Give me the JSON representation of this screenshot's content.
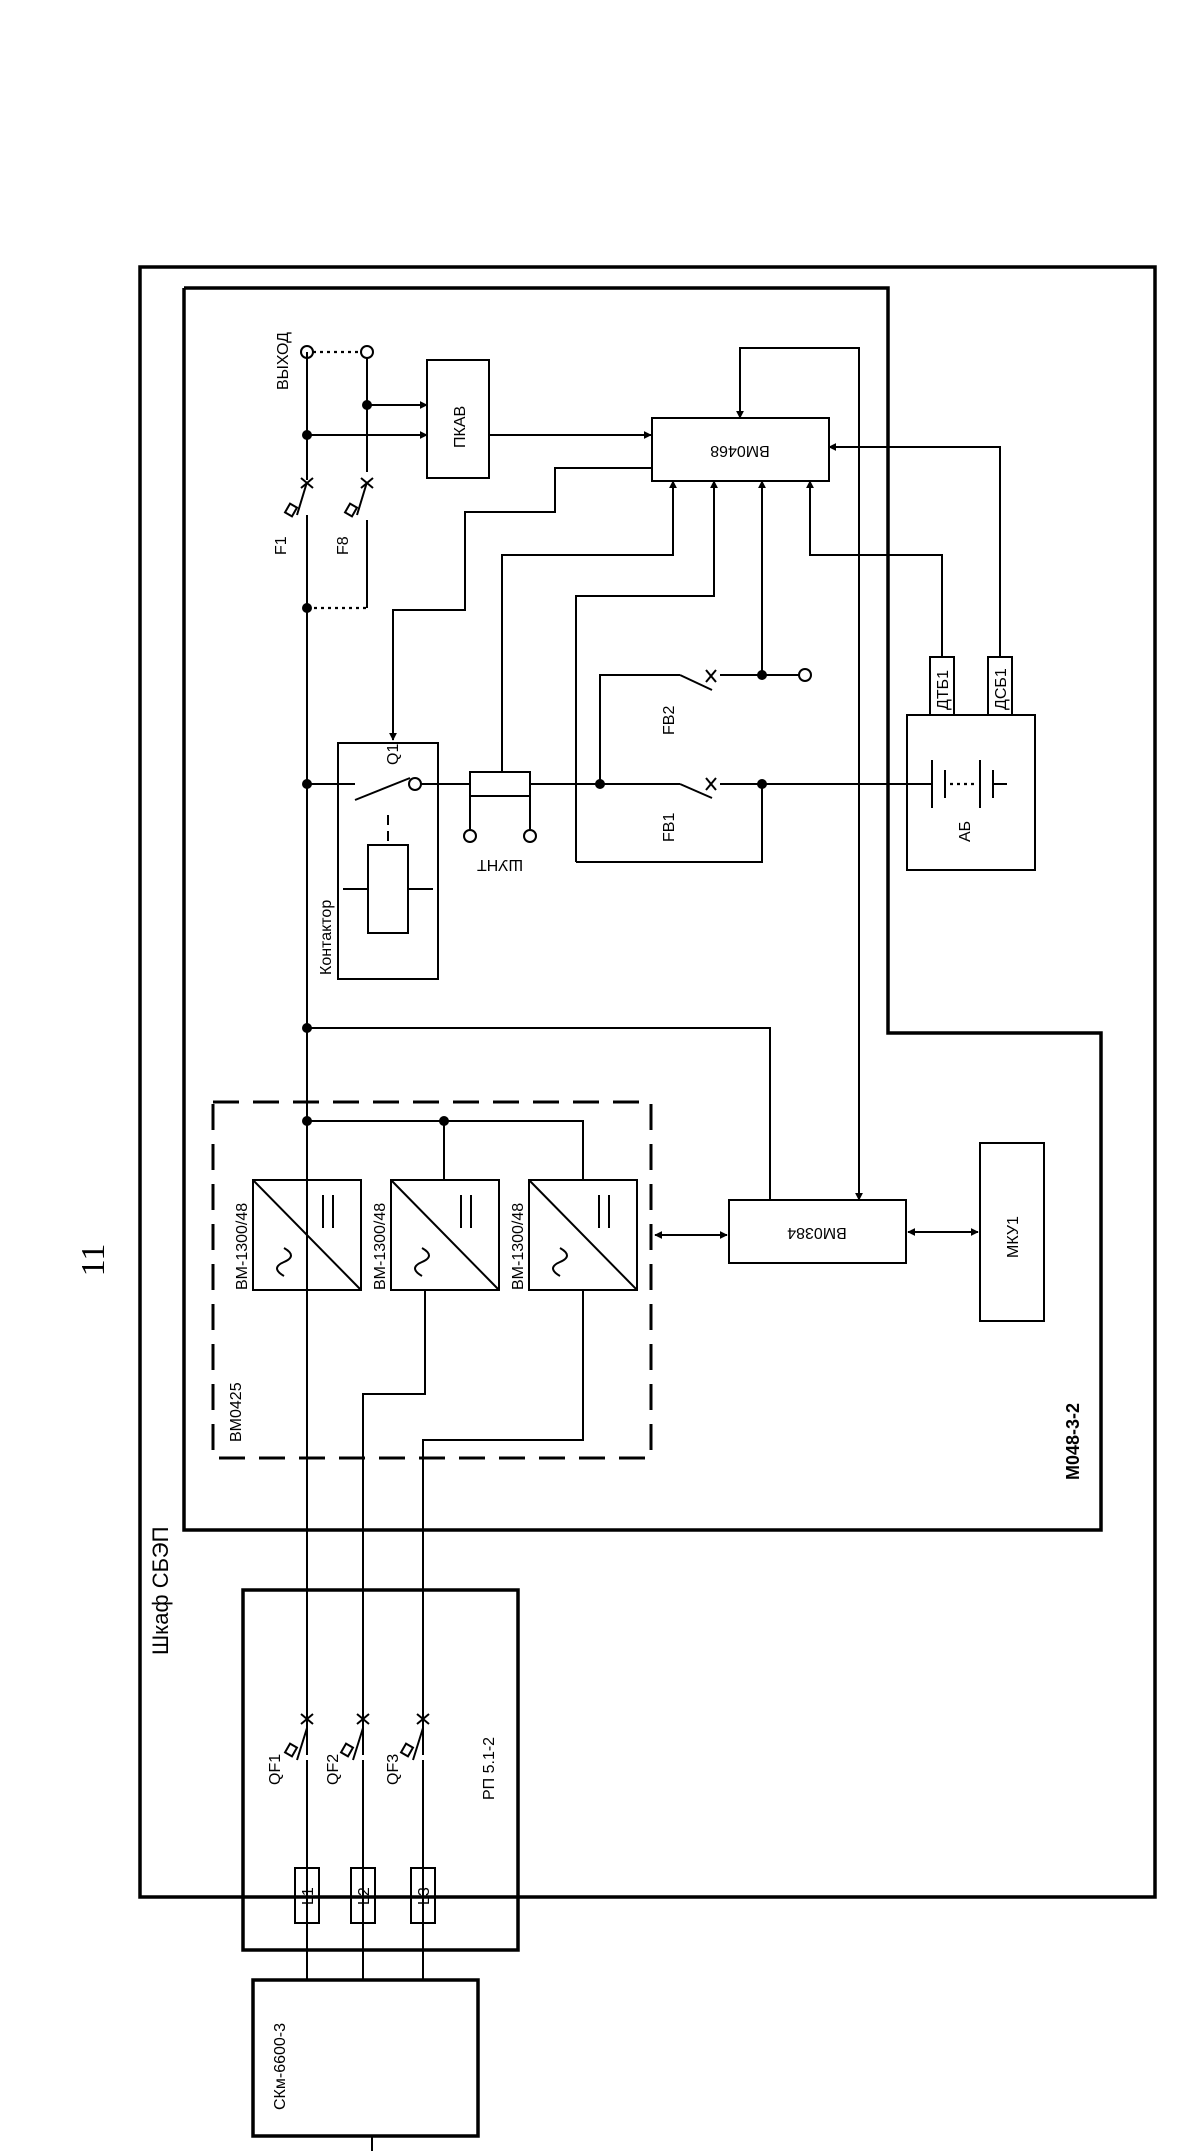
{
  "page_number": "11",
  "cabinet_label": "Шкаф СБЭП",
  "module_label": "М048-3-2",
  "panel_label": "РП 5.1-2",
  "source_label": "СКм-6600-3",
  "output_label": "ВЫХОД",
  "pkav_label": "ПКАВ",
  "controller_label": "ВМ0468",
  "monitor_label": "ВМ0384",
  "mku_label": "МКУ1",
  "rectifier_group_label": "ВМ0425",
  "rectifiers": [
    "ВМ-1300/48",
    "ВМ-1300/48",
    "ВМ-1300/48"
  ],
  "contactor_label": "Контактор",
  "q1_label": "Q1",
  "shunt_label": "ШУНТ",
  "battery_label": "АБ",
  "dtb_label": "ДТБ1",
  "dsb_label": "ДСБ1",
  "fuses": {
    "f1": "F1",
    "f8": "F8",
    "fb1": "FB1",
    "fb2": "FB2"
  },
  "breakers": [
    "QF1",
    "QF2",
    "QF3"
  ],
  "phases": [
    "L1",
    "L2",
    "L3"
  ]
}
